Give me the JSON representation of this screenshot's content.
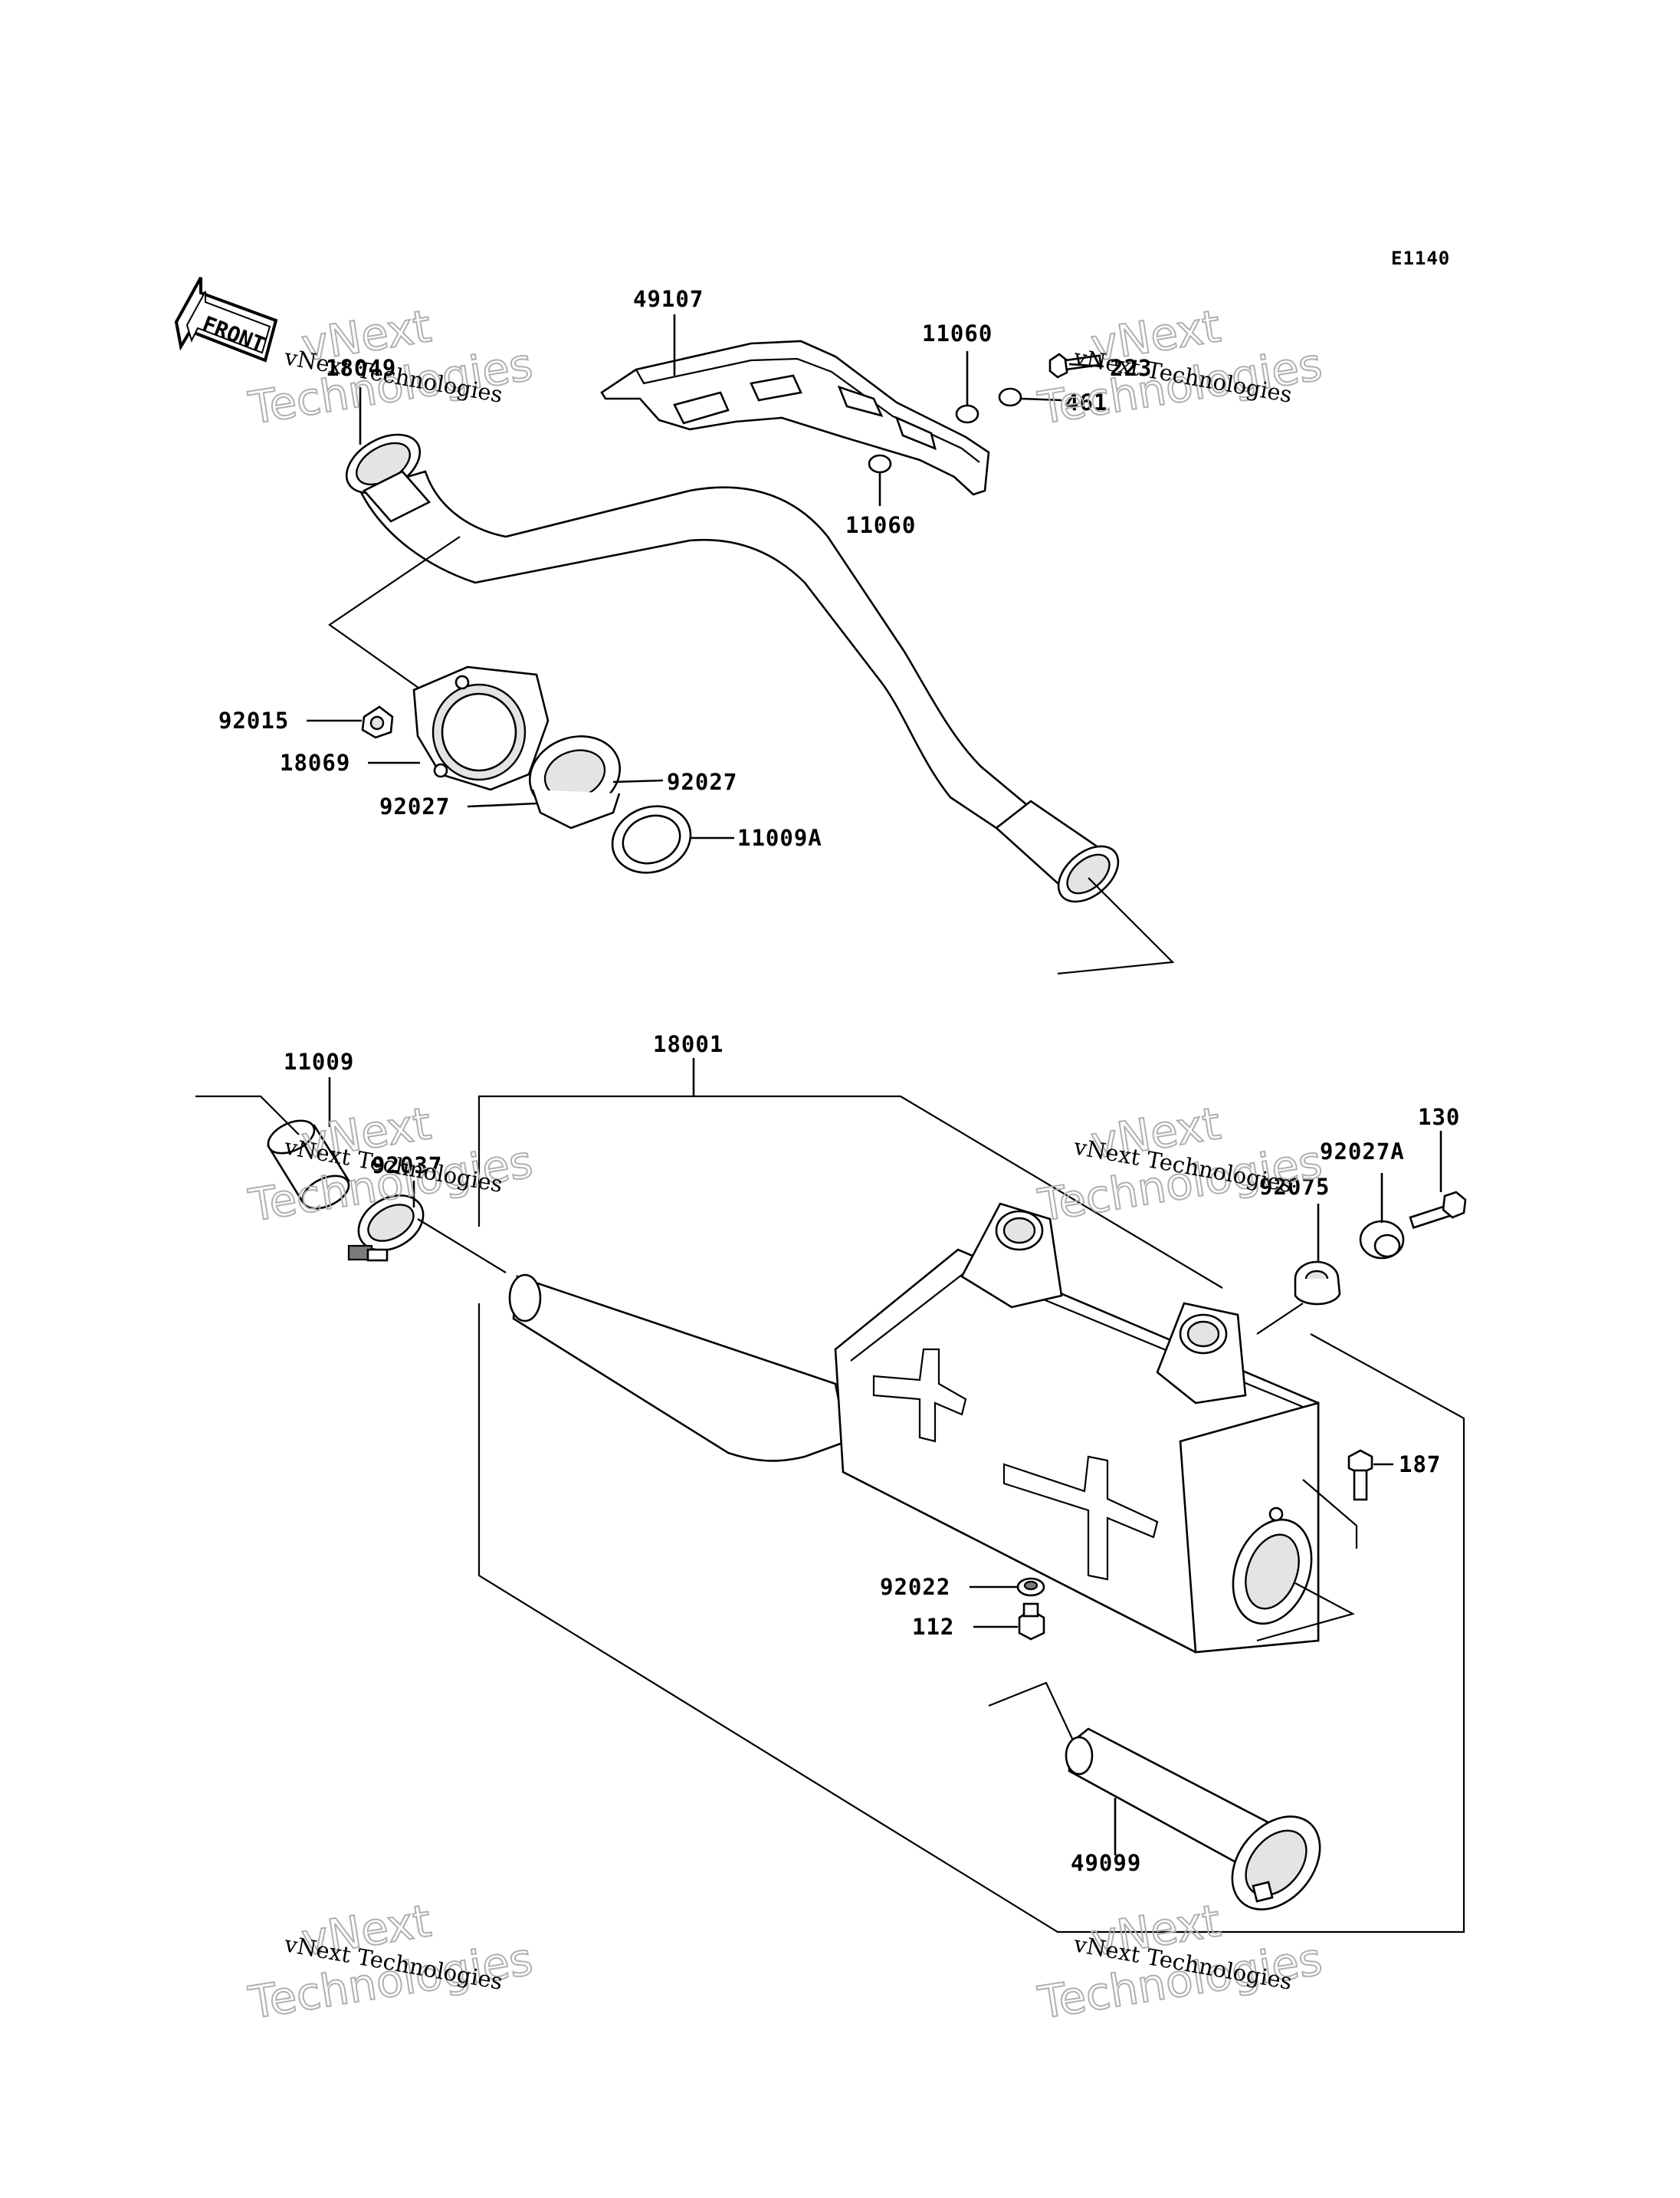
{
  "diagram_code": "E1140",
  "front_arrow": "FRONT",
  "watermark": {
    "line1": "vNext Technologies",
    "line2": "vNext",
    "line3": "Technologies"
  },
  "parts": {
    "p18049": "18049",
    "p49107": "49107",
    "p11060_top": "11060",
    "p11060_bottom": "11060",
    "p223": "223",
    "p461": "461",
    "p92015": "92015",
    "p18069": "18069",
    "p92027_right": "92027",
    "p92027_left": "92027",
    "p11009A": "11009A",
    "p18001": "18001",
    "p11009": "11009",
    "p92037": "92037",
    "p130": "130",
    "p92027A": "92027A",
    "p92075": "92075",
    "p187": "187",
    "p92022": "92022",
    "p112": "112",
    "p49099": "49099"
  }
}
